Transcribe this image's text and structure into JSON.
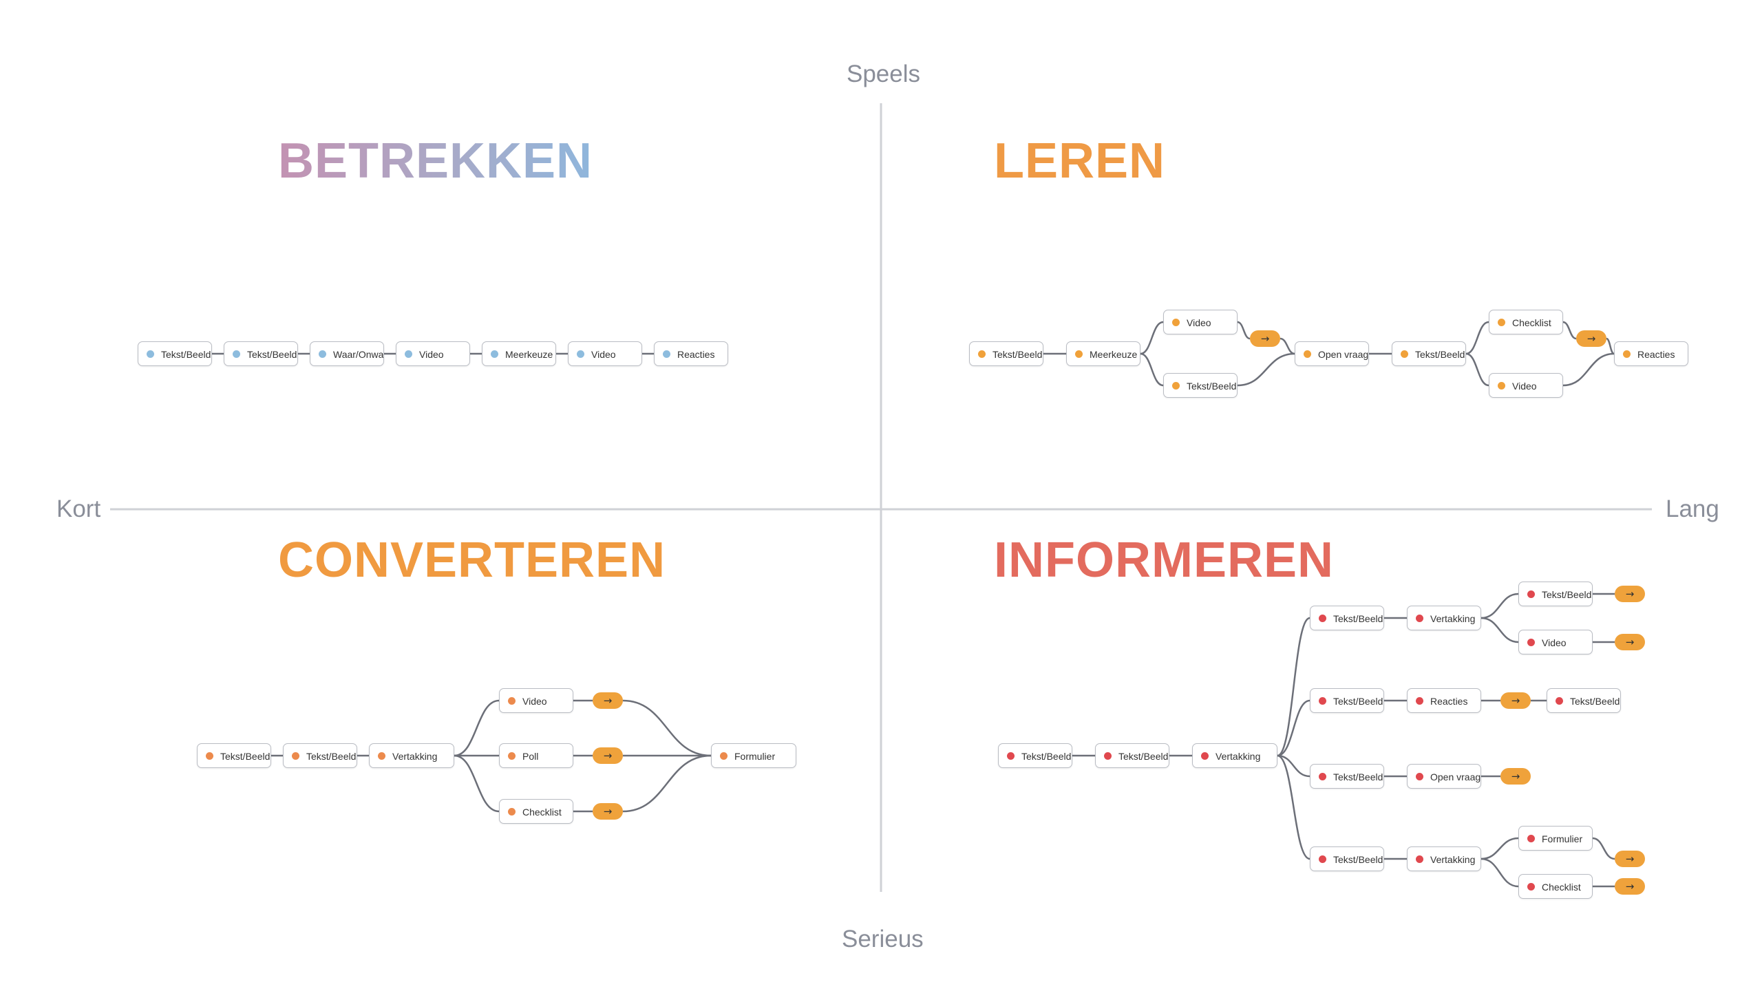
{
  "axes": {
    "top": "Speels",
    "bottom": "Serieus",
    "left": "Kort",
    "right": "Lang"
  },
  "quadrants": {
    "betrekken": {
      "title": "BETREKKEN",
      "colors": [
        "#c392b2",
        "#8fb6dc"
      ],
      "dot_color": "#8dbcde"
    },
    "leren": {
      "title": "LEREN",
      "colors": [
        "#f0a840",
        "#e8885a"
      ],
      "dot_color": "#f0a13a"
    },
    "converteren": {
      "title": "CONVERTEREN",
      "colors": [
        "#f0a840",
        "#e8885a"
      ],
      "dot_color": "#ec8a4c"
    },
    "informeren": {
      "title": "INFORMEREN",
      "colors": [
        "#e8885a",
        "#e05a5a"
      ],
      "dot_color": "#e0484e"
    }
  },
  "arrow_symbol": "→",
  "flows": {
    "betrekken": {
      "nodes": [
        {
          "id": "b1",
          "label": "Tekst/Beeld"
        },
        {
          "id": "b2",
          "label": "Tekst/Beeld"
        },
        {
          "id": "b3",
          "label": "Waar/Onwaar"
        },
        {
          "id": "b4",
          "label": "Video"
        },
        {
          "id": "b5",
          "label": "Meerkeuze"
        },
        {
          "id": "b6",
          "label": "Video"
        },
        {
          "id": "b7",
          "label": "Reacties"
        }
      ]
    },
    "leren": {
      "nodes": [
        {
          "id": "l1",
          "label": "Tekst/Beeld"
        },
        {
          "id": "l2",
          "label": "Meerkeuze"
        },
        {
          "id": "l3",
          "label": "Video"
        },
        {
          "id": "l4",
          "label": "Tekst/Beeld"
        },
        {
          "id": "l5",
          "label": "Open vraag"
        },
        {
          "id": "l6",
          "label": "Tekst/Beeld"
        },
        {
          "id": "l7",
          "label": "Checklist"
        },
        {
          "id": "l8",
          "label": "Video"
        },
        {
          "id": "l9",
          "label": "Reacties"
        }
      ]
    },
    "converteren": {
      "nodes": [
        {
          "id": "c1",
          "label": "Tekst/Beeld"
        },
        {
          "id": "c2",
          "label": "Tekst/Beeld"
        },
        {
          "id": "c3",
          "label": "Vertakking"
        },
        {
          "id": "c4",
          "label": "Video"
        },
        {
          "id": "c5",
          "label": "Poll"
        },
        {
          "id": "c6",
          "label": "Checklist"
        },
        {
          "id": "c7",
          "label": "Formulier"
        }
      ]
    },
    "informeren": {
      "nodes": [
        {
          "id": "i1",
          "label": "Tekst/Beeld"
        },
        {
          "id": "i2",
          "label": "Tekst/Beeld"
        },
        {
          "id": "i3",
          "label": "Vertakking"
        },
        {
          "id": "i4",
          "label": "Tekst/Beeld"
        },
        {
          "id": "i5",
          "label": "Vertakking"
        },
        {
          "id": "i6",
          "label": "Tekst/Beeld"
        },
        {
          "id": "i7",
          "label": "Video"
        },
        {
          "id": "i8",
          "label": "Tekst/Beeld"
        },
        {
          "id": "i9",
          "label": "Reacties"
        },
        {
          "id": "i10",
          "label": "Tekst/Beeld"
        },
        {
          "id": "i11",
          "label": "Tekst/Beeld"
        },
        {
          "id": "i12",
          "label": "Open vraag"
        },
        {
          "id": "i13",
          "label": "Tekst/Beeld"
        },
        {
          "id": "i14",
          "label": "Vertakking"
        },
        {
          "id": "i15",
          "label": "Formulier"
        },
        {
          "id": "i16",
          "label": "Checklist"
        }
      ]
    }
  }
}
